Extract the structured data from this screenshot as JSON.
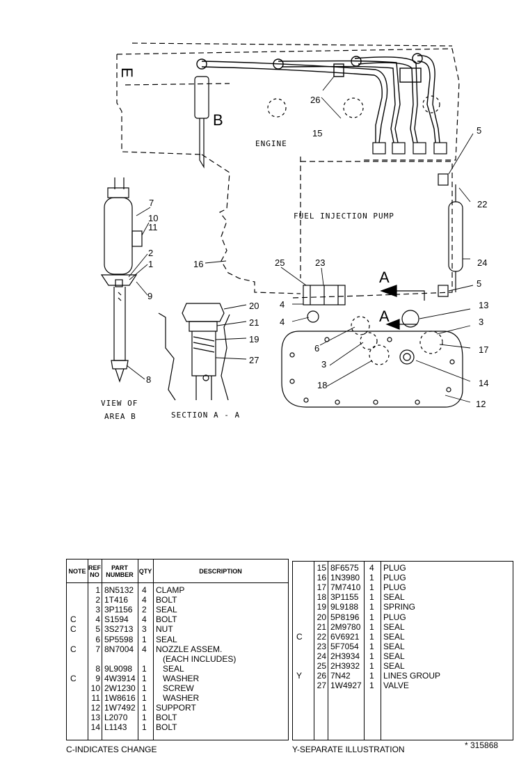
{
  "diagram": {
    "labels": {
      "view_b_letter": "B",
      "engine": "ENGINE",
      "pump": "FUEL INJECTION PUMP",
      "view_of": "VIEW OF",
      "area_b": "AREA B",
      "section": "SECTION  A - A",
      "arrow_a1": "A",
      "arrow_a2": "A",
      "sideways": "E"
    },
    "callouts": {
      "n1": "1",
      "n2": "2",
      "n3a": "3",
      "n3b": "3",
      "n4a": "4",
      "n4b": "4",
      "n5a": "5",
      "n5b": "5",
      "n6": "6",
      "n7": "7",
      "n8": "8",
      "n9": "9",
      "n10": "10",
      "n11": "11",
      "n12": "12",
      "n13": "13",
      "n14": "14",
      "n15": "15",
      "n16": "16",
      "n17": "17",
      "n18": "18",
      "n19": "19",
      "n20": "20",
      "n21": "21",
      "n22": "22",
      "n23": "23",
      "n24": "24",
      "n25": "25",
      "n26": "26",
      "n27": "27"
    }
  },
  "parts_table": {
    "headers": {
      "note": "NOTE",
      "ref": "REF\nNO",
      "part": "PART\nNUMBER",
      "qty": "QTY",
      "desc": "DESCRIPTION"
    },
    "left_rows": [
      {
        "note": "",
        "ref": "1",
        "part": "8N5132",
        "qty": "4",
        "desc": "CLAMP"
      },
      {
        "note": "",
        "ref": "2",
        "part": "1T416",
        "qty": "4",
        "desc": "BOLT"
      },
      {
        "note": "",
        "ref": "3",
        "part": "3P1156",
        "qty": "2",
        "desc": "SEAL"
      },
      {
        "note": "C",
        "ref": "4",
        "part": "S1594",
        "qty": "4",
        "desc": "BOLT"
      },
      {
        "note": "C",
        "ref": "5",
        "part": "3S2713",
        "qty": "3",
        "desc": "NUT"
      },
      {
        "note": "",
        "ref": "6",
        "part": "5P5598",
        "qty": "1",
        "desc": "SEAL"
      },
      {
        "note": "C",
        "ref": "7",
        "part": "8N7004",
        "qty": "4",
        "desc": "NOZZLE ASSEM."
      },
      {
        "note": "",
        "ref": "",
        "part": "",
        "qty": "",
        "desc": "   (EACH INCLUDES)"
      },
      {
        "note": "",
        "ref": "8",
        "part": "9L9098",
        "qty": "1",
        "desc": "   SEAL"
      },
      {
        "note": "C",
        "ref": "9",
        "part": "4W3914",
        "qty": "1",
        "desc": "   WASHER"
      },
      {
        "note": "",
        "ref": "10",
        "part": "2W1230",
        "qty": "1",
        "desc": "   SCREW"
      },
      {
        "note": "",
        "ref": "11",
        "part": "1W8616",
        "qty": "1",
        "desc": "   WASHER"
      },
      {
        "note": "",
        "ref": "12",
        "part": "1W7492",
        "qty": "1",
        "desc": "SUPPORT"
      },
      {
        "note": "",
        "ref": "13",
        "part": "L2070",
        "qty": "1",
        "desc": "BOLT"
      },
      {
        "note": "",
        "ref": "14",
        "part": "L1143",
        "qty": "1",
        "desc": "BOLT"
      }
    ],
    "right_rows": [
      {
        "note": "",
        "ref": "15",
        "part": "8F6575",
        "qty": "4",
        "desc": "PLUG"
      },
      {
        "note": "",
        "ref": "16",
        "part": "1N3980",
        "qty": "1",
        "desc": "PLUG"
      },
      {
        "note": "",
        "ref": "17",
        "part": "7M7410",
        "qty": "1",
        "desc": "PLUG"
      },
      {
        "note": "",
        "ref": "18",
        "part": "3P1155",
        "qty": "1",
        "desc": "SEAL"
      },
      {
        "note": "",
        "ref": "19",
        "part": "9L9188",
        "qty": "1",
        "desc": "SPRING"
      },
      {
        "note": "",
        "ref": "20",
        "part": "5P8196",
        "qty": "1",
        "desc": "PLUG"
      },
      {
        "note": "",
        "ref": "21",
        "part": "2M9780",
        "qty": "1",
        "desc": "SEAL"
      },
      {
        "note": "C",
        "ref": "22",
        "part": "6V6921",
        "qty": "1",
        "desc": "SEAL"
      },
      {
        "note": "",
        "ref": "23",
        "part": "5F7054",
        "qty": "1",
        "desc": "SEAL"
      },
      {
        "note": "",
        "ref": "24",
        "part": "2H3934",
        "qty": "1",
        "desc": "SEAL"
      },
      {
        "note": "",
        "ref": "25",
        "part": "2H3932",
        "qty": "1",
        "desc": "SEAL"
      },
      {
        "note": "Y",
        "ref": "26",
        "part": "7N42",
        "qty": "1",
        "desc": "LINES GROUP"
      },
      {
        "note": "",
        "ref": "27",
        "part": "1W4927",
        "qty": "1",
        "desc": "VALVE"
      }
    ]
  },
  "footer": {
    "change_note": "C-INDICATES CHANGE",
    "separate_note": "Y-SEPARATE ILLUSTRATION",
    "drawing_number": "* 315868"
  }
}
